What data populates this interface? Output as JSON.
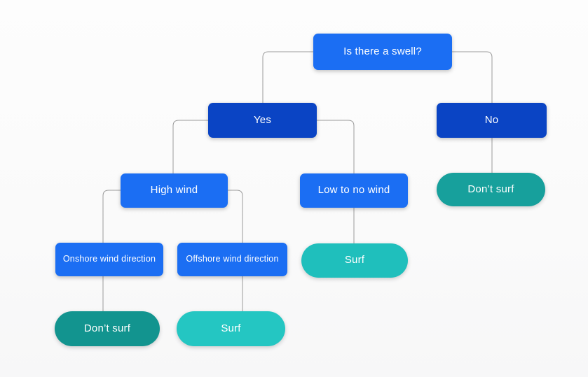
{
  "flowchart": {
    "nodes": {
      "swell": {
        "label": "Is there a swell?"
      },
      "yes": {
        "label": "Yes"
      },
      "no": {
        "label": "No"
      },
      "high_wind": {
        "label": "High wind"
      },
      "low_wind": {
        "label": "Low to no wind"
      },
      "dont_surf_no": {
        "label": "Don’t surf"
      },
      "surf_low": {
        "label": "Surf"
      },
      "onshore": {
        "label": "Onshore wind direction"
      },
      "offshore": {
        "label": "Offshore wind direction"
      },
      "dont_surf_onshore": {
        "label": "Don’t surf"
      },
      "surf_offshore": {
        "label": "Surf"
      }
    },
    "edges": [
      {
        "from": "swell",
        "to": "yes"
      },
      {
        "from": "swell",
        "to": "no"
      },
      {
        "from": "yes",
        "to": "high_wind"
      },
      {
        "from": "yes",
        "to": "low_wind"
      },
      {
        "from": "no",
        "to": "dont_surf_no"
      },
      {
        "from": "high_wind",
        "to": "onshore"
      },
      {
        "from": "high_wind",
        "to": "offshore"
      },
      {
        "from": "low_wind",
        "to": "surf_low"
      },
      {
        "from": "onshore",
        "to": "dont_surf_onshore"
      },
      {
        "from": "offshore",
        "to": "surf_offshore"
      }
    ]
  },
  "colors": {
    "node-blue": "#1b6ef3",
    "node-dark-blue": "#0a44c4",
    "pill-teal": "#17a09c",
    "pill-teal-dark": "#12948f",
    "pill-teal-light": "#1fbfbc",
    "pill-teal-lighter": "#24c6c2",
    "connector": "#9b9b9b",
    "label-text": "#ffffff"
  }
}
